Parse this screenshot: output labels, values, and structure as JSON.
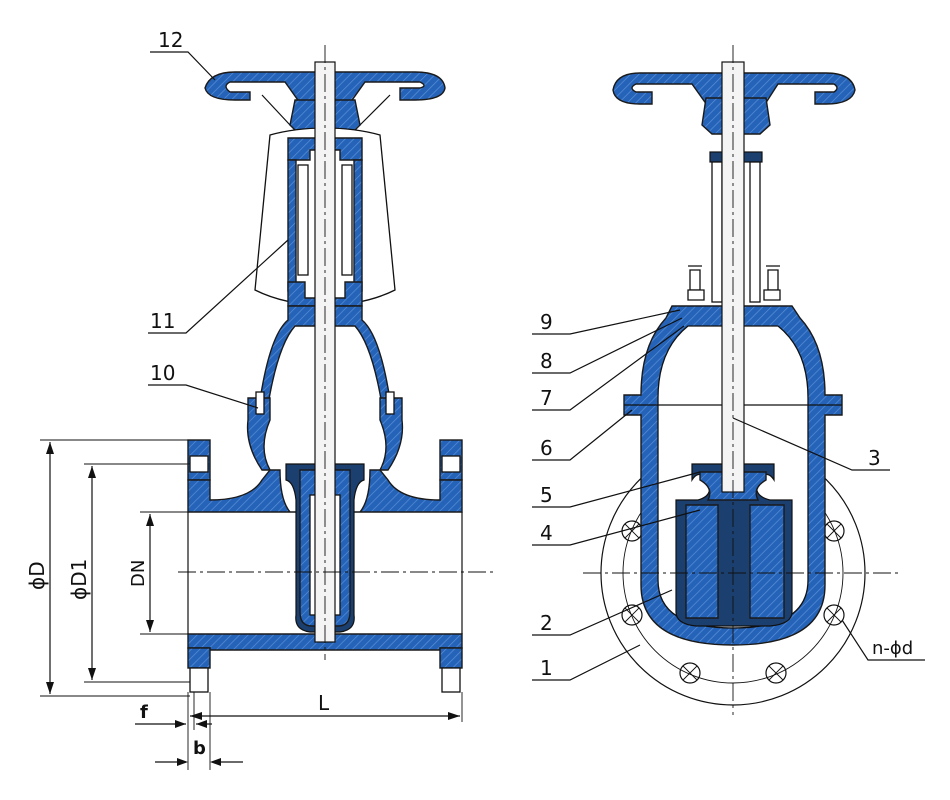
{
  "drawing": {
    "callouts": {
      "c12": "12",
      "c11": "11",
      "c10": "10",
      "c9": "9",
      "c8": "8",
      "c7": "7",
      "c6": "6",
      "c5": "5",
      "c4": "4",
      "c3": "3",
      "c2": "2",
      "c1": "1"
    },
    "dimensions": {
      "phi_d_outer": "ϕD",
      "phi_d1": "ϕD1",
      "dn": "DN",
      "length": "L",
      "flange_f": "f",
      "flange_b": "b",
      "bolt_holes": "n-ϕd"
    }
  },
  "colors": {
    "body_blue": "#2563b8",
    "hatch_line": "#5a8fd8",
    "dark_rubber": "#1b3f6e",
    "ink": "#111111"
  }
}
